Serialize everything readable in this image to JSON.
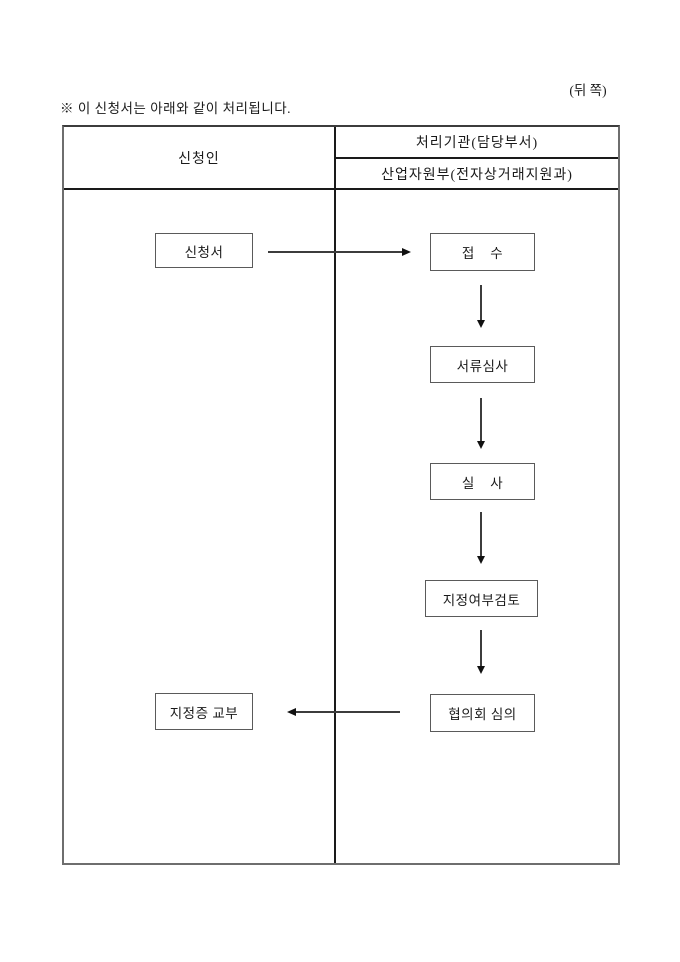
{
  "page": {
    "corner_note": "(뒤 쪽)",
    "instruction": "※ 이 신청서는 아래와 같이 처리됩니다."
  },
  "table": {
    "applicant_header": "신청인",
    "agency_header": "처리기관(담당부서)",
    "agency_department": "산업자원부(전자상거래지원과)"
  },
  "flow": {
    "applicant_start": "신청서",
    "applicant_end": "지정증 교부",
    "steps": [
      "접    수",
      "서류심사",
      "실    사",
      "지정여부검토",
      "협의회 심의"
    ]
  }
}
